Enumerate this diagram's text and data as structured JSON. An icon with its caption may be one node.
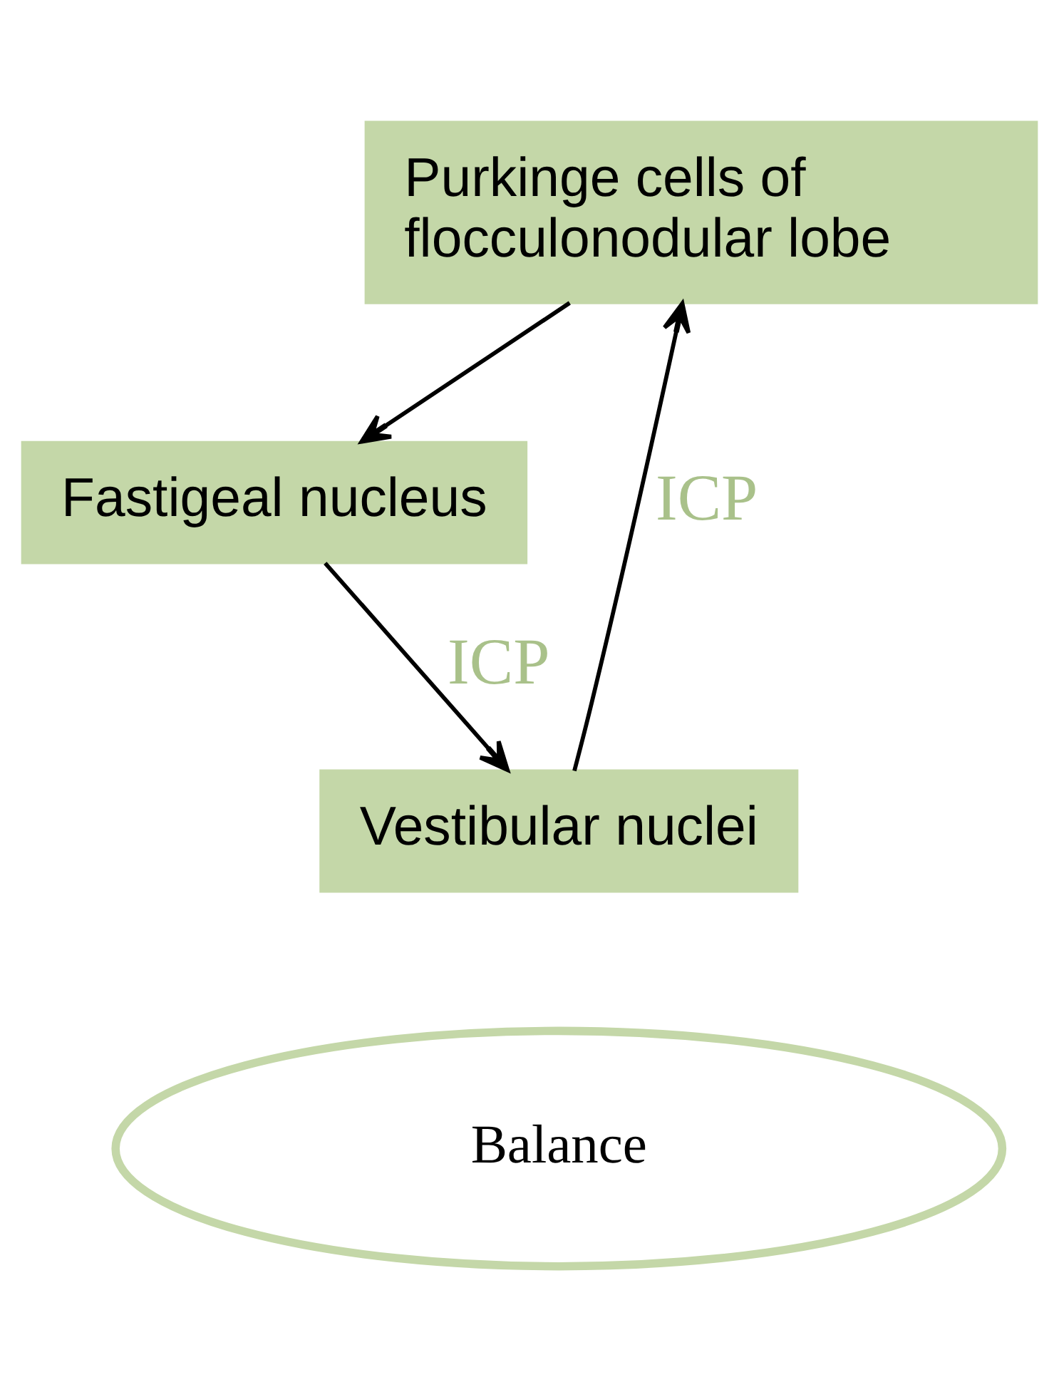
{
  "diagram": {
    "nodes": [
      {
        "text": [
          "Purkinge cells of flocculonodular lobe"
        ]
      },
      {
        "text": [
          "Fastigeal nucleus"
        ]
      },
      {
        "text": [
          "Vestibular nuclei"
        ]
      },
      {
        "text": [
          "Balance"
        ]
      }
    ],
    "edges": [
      {
        "from": 0,
        "to": 1,
        "arrow": "to"
      },
      {
        "from": 1,
        "to": 2,
        "arrow": "to",
        "label": "ICP"
      },
      {
        "from": 2,
        "to": 0,
        "arrow": "to",
        "label": "ICP"
      }
    ]
  }
}
